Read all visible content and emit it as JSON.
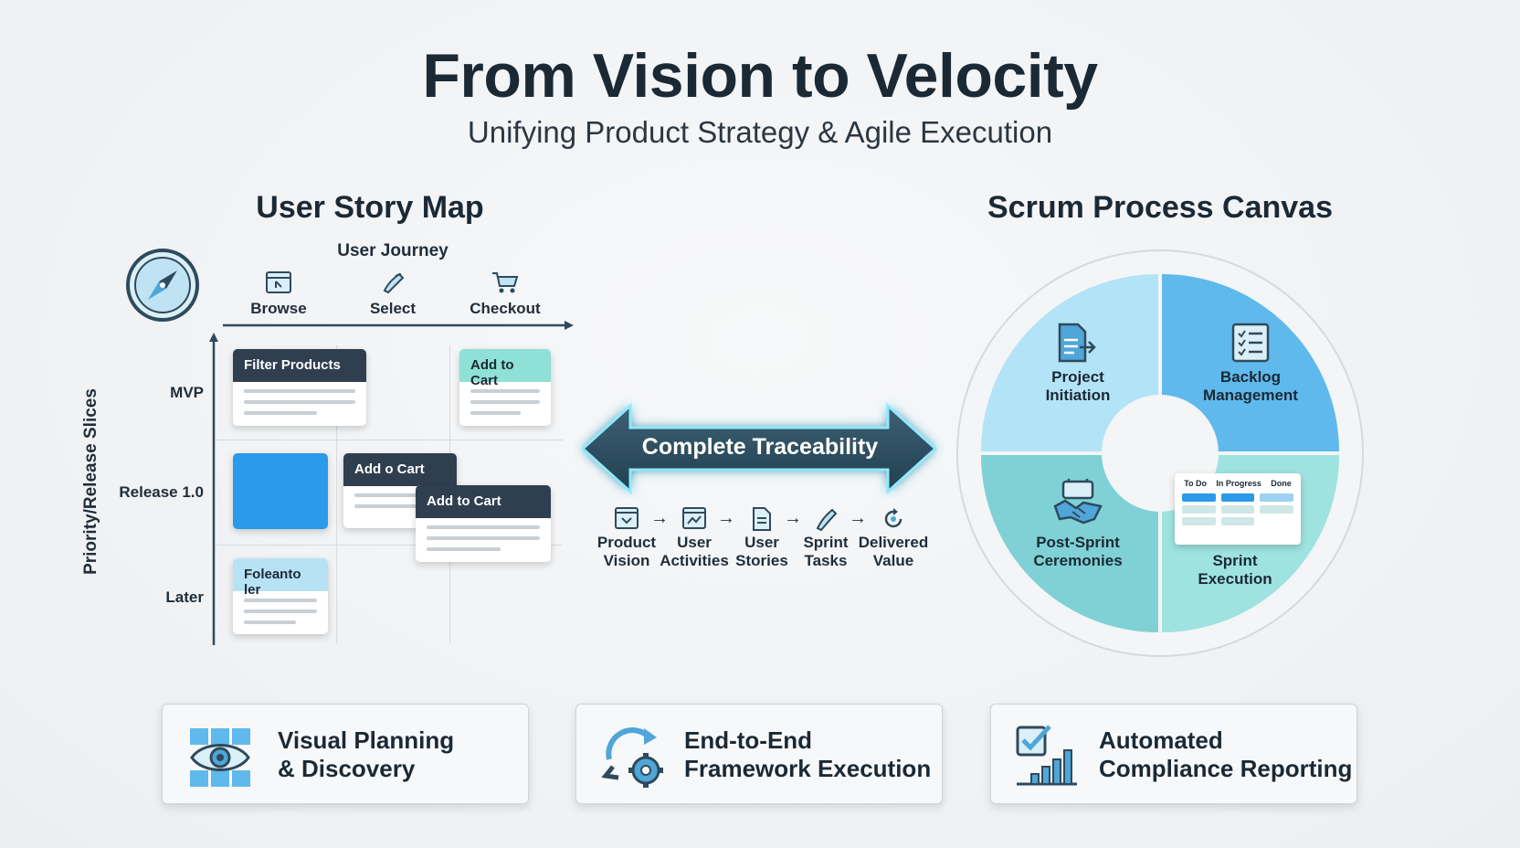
{
  "header": {
    "title": "From Vision to Velocity",
    "subtitle": "Unifying Product Strategy & Agile Execution"
  },
  "story_map": {
    "title": "User Story Map",
    "journey_label": "User Journey",
    "steps": [
      {
        "label": "Browse",
        "icon": "browser-window-icon"
      },
      {
        "label": "Select",
        "icon": "pointer-hand-icon"
      },
      {
        "label": "Checkout",
        "icon": "shopping-cart-icon"
      }
    ],
    "axis_label": "Priority/Release Slices",
    "rows": [
      "MVP",
      "Release 1.0",
      "Later"
    ],
    "cards": {
      "filter_products": "Filter Products",
      "add_to_cart_mvp": "Add to Cart",
      "add_to_cart_back": "Add o Cart",
      "add_to_cart_front": "Add to Cart",
      "later_card": "Foleanto ler"
    },
    "compass_icon": "compass-icon"
  },
  "traceability": {
    "label": "Complete Traceability",
    "flow": [
      {
        "line1": "Product",
        "line2": "Vision",
        "icon": "vision-window-icon"
      },
      {
        "line1": "User",
        "line2": "Activities",
        "icon": "activity-window-icon"
      },
      {
        "line1": "User",
        "line2": "Stories",
        "icon": "document-icon"
      },
      {
        "line1": "Sprint",
        "line2": "Tasks",
        "icon": "task-hand-icon"
      },
      {
        "line1": "Delivered",
        "line2": "Value",
        "icon": "value-cycle-icon"
      }
    ],
    "arrow_glyph": "→",
    "colors": {
      "arrow_fill": "#2c4a5a",
      "glow": "#7fe3ff"
    }
  },
  "scrum": {
    "title": "Scrum Process Canvas",
    "quadrants": [
      {
        "line1": "Project",
        "line2": "Initiation",
        "icon": "document-arrow-icon",
        "color": "#b3e3f7"
      },
      {
        "line1": "Backlog",
        "line2": "Management",
        "icon": "checklist-icon",
        "color": "#5fb9ec"
      },
      {
        "line1": "Post-Sprint",
        "line2": "Ceremonies",
        "icon": "handshake-icon",
        "color": "#7fd1d6"
      },
      {
        "line1": "Sprint",
        "line2": "Execution",
        "icon": "kanban-board-icon",
        "color": "#9ee3e0"
      }
    ],
    "kanban_columns": [
      "To Do",
      "In Progress",
      "Done"
    ]
  },
  "features": [
    {
      "line1": "Visual Planning",
      "line2": "& Discovery",
      "icon": "eye-grid-icon"
    },
    {
      "line1": "End-to-End",
      "line2": "Framework Execution",
      "icon": "cycle-gear-icon"
    },
    {
      "line1": "Automated",
      "line2": "Compliance Reporting",
      "icon": "check-chart-icon"
    }
  ]
}
